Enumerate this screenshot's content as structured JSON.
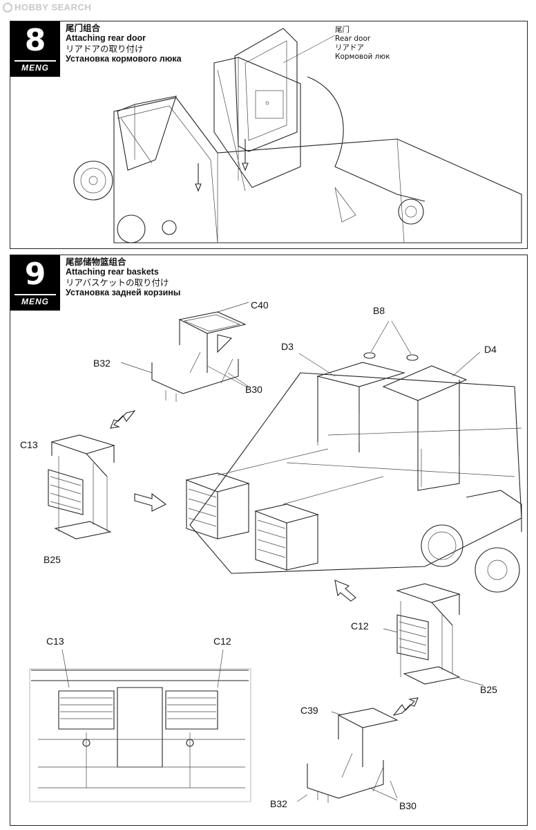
{
  "watermark": "HOBBY SEARCH",
  "brand": "MENG",
  "step8": {
    "number": "8",
    "title_cn": "尾门组合",
    "title_en": "Attaching rear door",
    "title_jp": "リアドアの取り付け",
    "title_ru": "Установка кормового люка",
    "part_label": {
      "cn": "尾门",
      "en": "Rear door",
      "jp": "リアドア",
      "ru": "Кормовой люк"
    }
  },
  "step9": {
    "number": "9",
    "title_cn": "尾部储物篮组合",
    "title_en": "Attaching rear baskets",
    "title_jp": "リアバスケットの取り付け",
    "title_ru": "Установка задней корзины",
    "parts": {
      "c40": "C40",
      "b32_top": "B32",
      "b30_top": "B30",
      "b8": "B8",
      "d3": "D3",
      "d4": "D4",
      "c13_left": "C13",
      "b25_left": "B25",
      "c12_right": "C12",
      "b25_right": "B25",
      "c39": "C39",
      "b32_bottom": "B32",
      "b30_bottom": "B30",
      "c13_detail": "C13",
      "c12_detail": "C12"
    }
  }
}
